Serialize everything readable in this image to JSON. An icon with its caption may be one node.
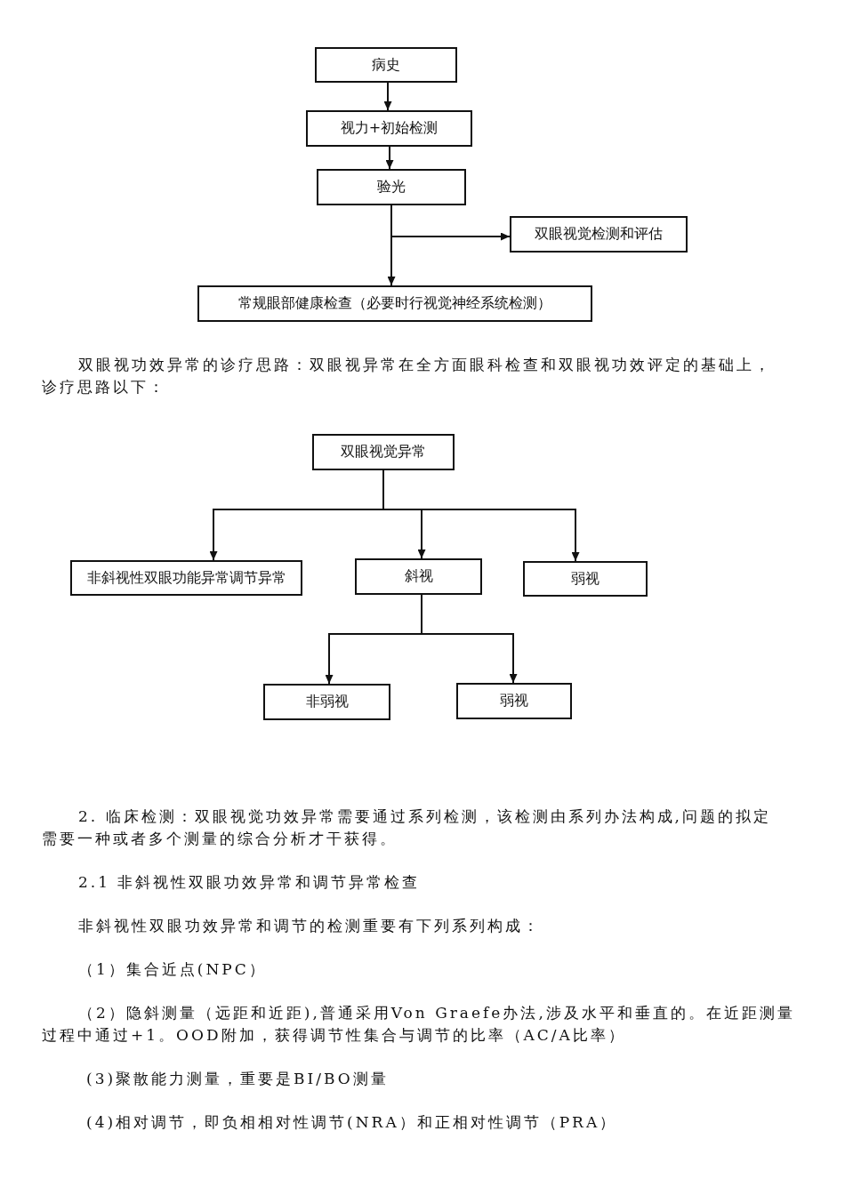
{
  "diagram": {
    "nodes": [
      {
        "text": [
          "病史"
        ]
      },
      {
        "text": [
          "视力+初始检测"
        ]
      },
      {
        "text": [
          "验光"
        ]
      },
      {
        "text": [
          "双眼视觉检测和评估"
        ]
      },
      {
        "text": [
          "常规眼部健康检查（必要时行视觉神经系统检测）"
        ]
      },
      {
        "text": [
          "双眼视觉异常"
        ]
      },
      {
        "text": [
          "非斜视性双眼功能异常调节异常"
        ]
      },
      {
        "text": [
          "斜视"
        ]
      },
      {
        "text": [
          "弱视"
        ]
      },
      {
        "text": [
          "非弱视"
        ]
      },
      {
        "text": [
          "弱视"
        ]
      }
    ],
    "edges": [
      {
        "from": 0,
        "to": 1,
        "arrow": "to"
      },
      {
        "from": 1,
        "to": 2,
        "arrow": "to"
      },
      {
        "from": 2,
        "to": 3,
        "arrow": "to"
      },
      {
        "from": 2,
        "to": 4,
        "arrow": "to"
      },
      {
        "from": 5,
        "to": 6,
        "arrow": "to"
      },
      {
        "from": 5,
        "to": 7,
        "arrow": "to"
      },
      {
        "from": 5,
        "to": 8,
        "arrow": "to"
      },
      {
        "from": 7,
        "to": 9,
        "arrow": "to"
      },
      {
        "from": 7,
        "to": 10,
        "arrow": "to"
      }
    ],
    "labels": [
      "双眼视功效异常的诊疗思路：双眼视异常在全方面眼科检查和双眼视功效评定的基础上，诊疗思路以下：",
      "2. 临床检测：双眼视觉功效异常需要通过系列检测，该检测由系列办法构成,问题的拟定需要一种或者多个测量的综合分析才干获得。",
      "2.1 非斜视性双眼功效异常和调节异常检查",
      "非斜视性双眼功效异常和调节的检测重要有下列系列构成：",
      "（1）集合近点(NPC）",
      "（2）隐斜测量（远距和近距),普通采用Von Graefe办法,涉及水平和垂直的。在近距测量过程中通过+1。OOD附加，获得调节性集合与调节的比率（AC/A比率）",
      "(3)聚散能力测量，重要是BI/BO测量",
      "(4)相对调节，即负相相对性调节(NRA）和正相对性调节（PRA）"
    ]
  }
}
